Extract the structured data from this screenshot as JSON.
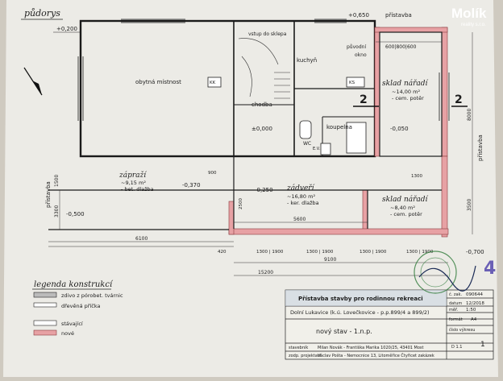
{
  "title": "půdorys",
  "logo": {
    "name": "Molík",
    "sub": "reality s.r.o."
  },
  "levels": {
    "l1": "+0,200",
    "l2": "+0,650",
    "l3": "±0,000",
    "l4": "-0,050",
    "l5": "-0,370",
    "l6": "-0,250",
    "l7": "-0,500",
    "l8": "-0,700"
  },
  "labels": {
    "pristavba_top": "přístavba",
    "pristavba_right": "přístavba",
    "pristavba_left": "přístavba",
    "vstup": "vstup do sklepa",
    "povodni": "původní",
    "okno": "okno",
    "kk": "KK",
    "ks": "KS",
    "wc": "WC",
    "ev": "E.V."
  },
  "rooms": {
    "obytna": "obytná místnost",
    "chodba": "chodba",
    "kuchyn": "kuchyň",
    "koupelna": "koupelna",
    "sklad1_name": "sklad nářadí",
    "sklad1_area": "~14,00 m²",
    "sklad1_floor": "- cem. potěr",
    "zaprazi_name": "zápraží",
    "zaprazi_area": "~9,15 m²",
    "zaprazi_floor": "- bet. dlažba",
    "zadveri_name": "zádveří",
    "zadveri_area": "~16,80 m²",
    "zadveri_floor": "- ker. dlažba",
    "sklad2_name": "sklad nářadí",
    "sklad2_area": "~8,40 m²",
    "sklad2_floor": "- cem. potěr"
  },
  "dims": {
    "d_600": "600|800|600",
    "d_5600": "5600",
    "d_6100": "6100",
    "d_9100": "9100",
    "d_15200": "15200",
    "d_1500": "1500",
    "d_3300": "3300",
    "d_8000": "8000",
    "d_3500": "3500",
    "d_900": "900",
    "d_1300": "1300",
    "d_2500": "2500",
    "d_420": "420",
    "d_1300_1900": "1300 | 1900"
  },
  "section": "2",
  "legend": {
    "heading": "legenda konstrukcí",
    "item1": "zdivo z pórobet. tvárnic",
    "item2": "dřevěná příčka",
    "item3": "stávající",
    "item4": "nové"
  },
  "titleblock": {
    "project_label": "Přístavba stavby pro rodinnou rekreaci",
    "location": "Dolní Lukavice (k.ú. Lovečkovice - p.p.899/4 a 899/2)",
    "drawing": "nový stav - 1.n.p.",
    "stavebnik": "stavebník",
    "stavebnik_val": "Milan Novák - Františka Marika 1020/25, 43401 Most",
    "projektant": "zodp. projektant",
    "projektant_val": "Václav Pošta - Nemocnice 13, Litoměřice Čtyřicet zakázek",
    "c_zak_label": "č. zak.",
    "c_zak": "090644",
    "datum_label": "datum",
    "datum": "12/2018",
    "meritko_label": "měř.",
    "meritko": "1:50",
    "formát_label": "formát",
    "formát": "A4",
    "cislo_label": "číslo výkresu",
    "cislo": "1",
    "page": "D 1.1",
    "stamp_num": "4"
  }
}
